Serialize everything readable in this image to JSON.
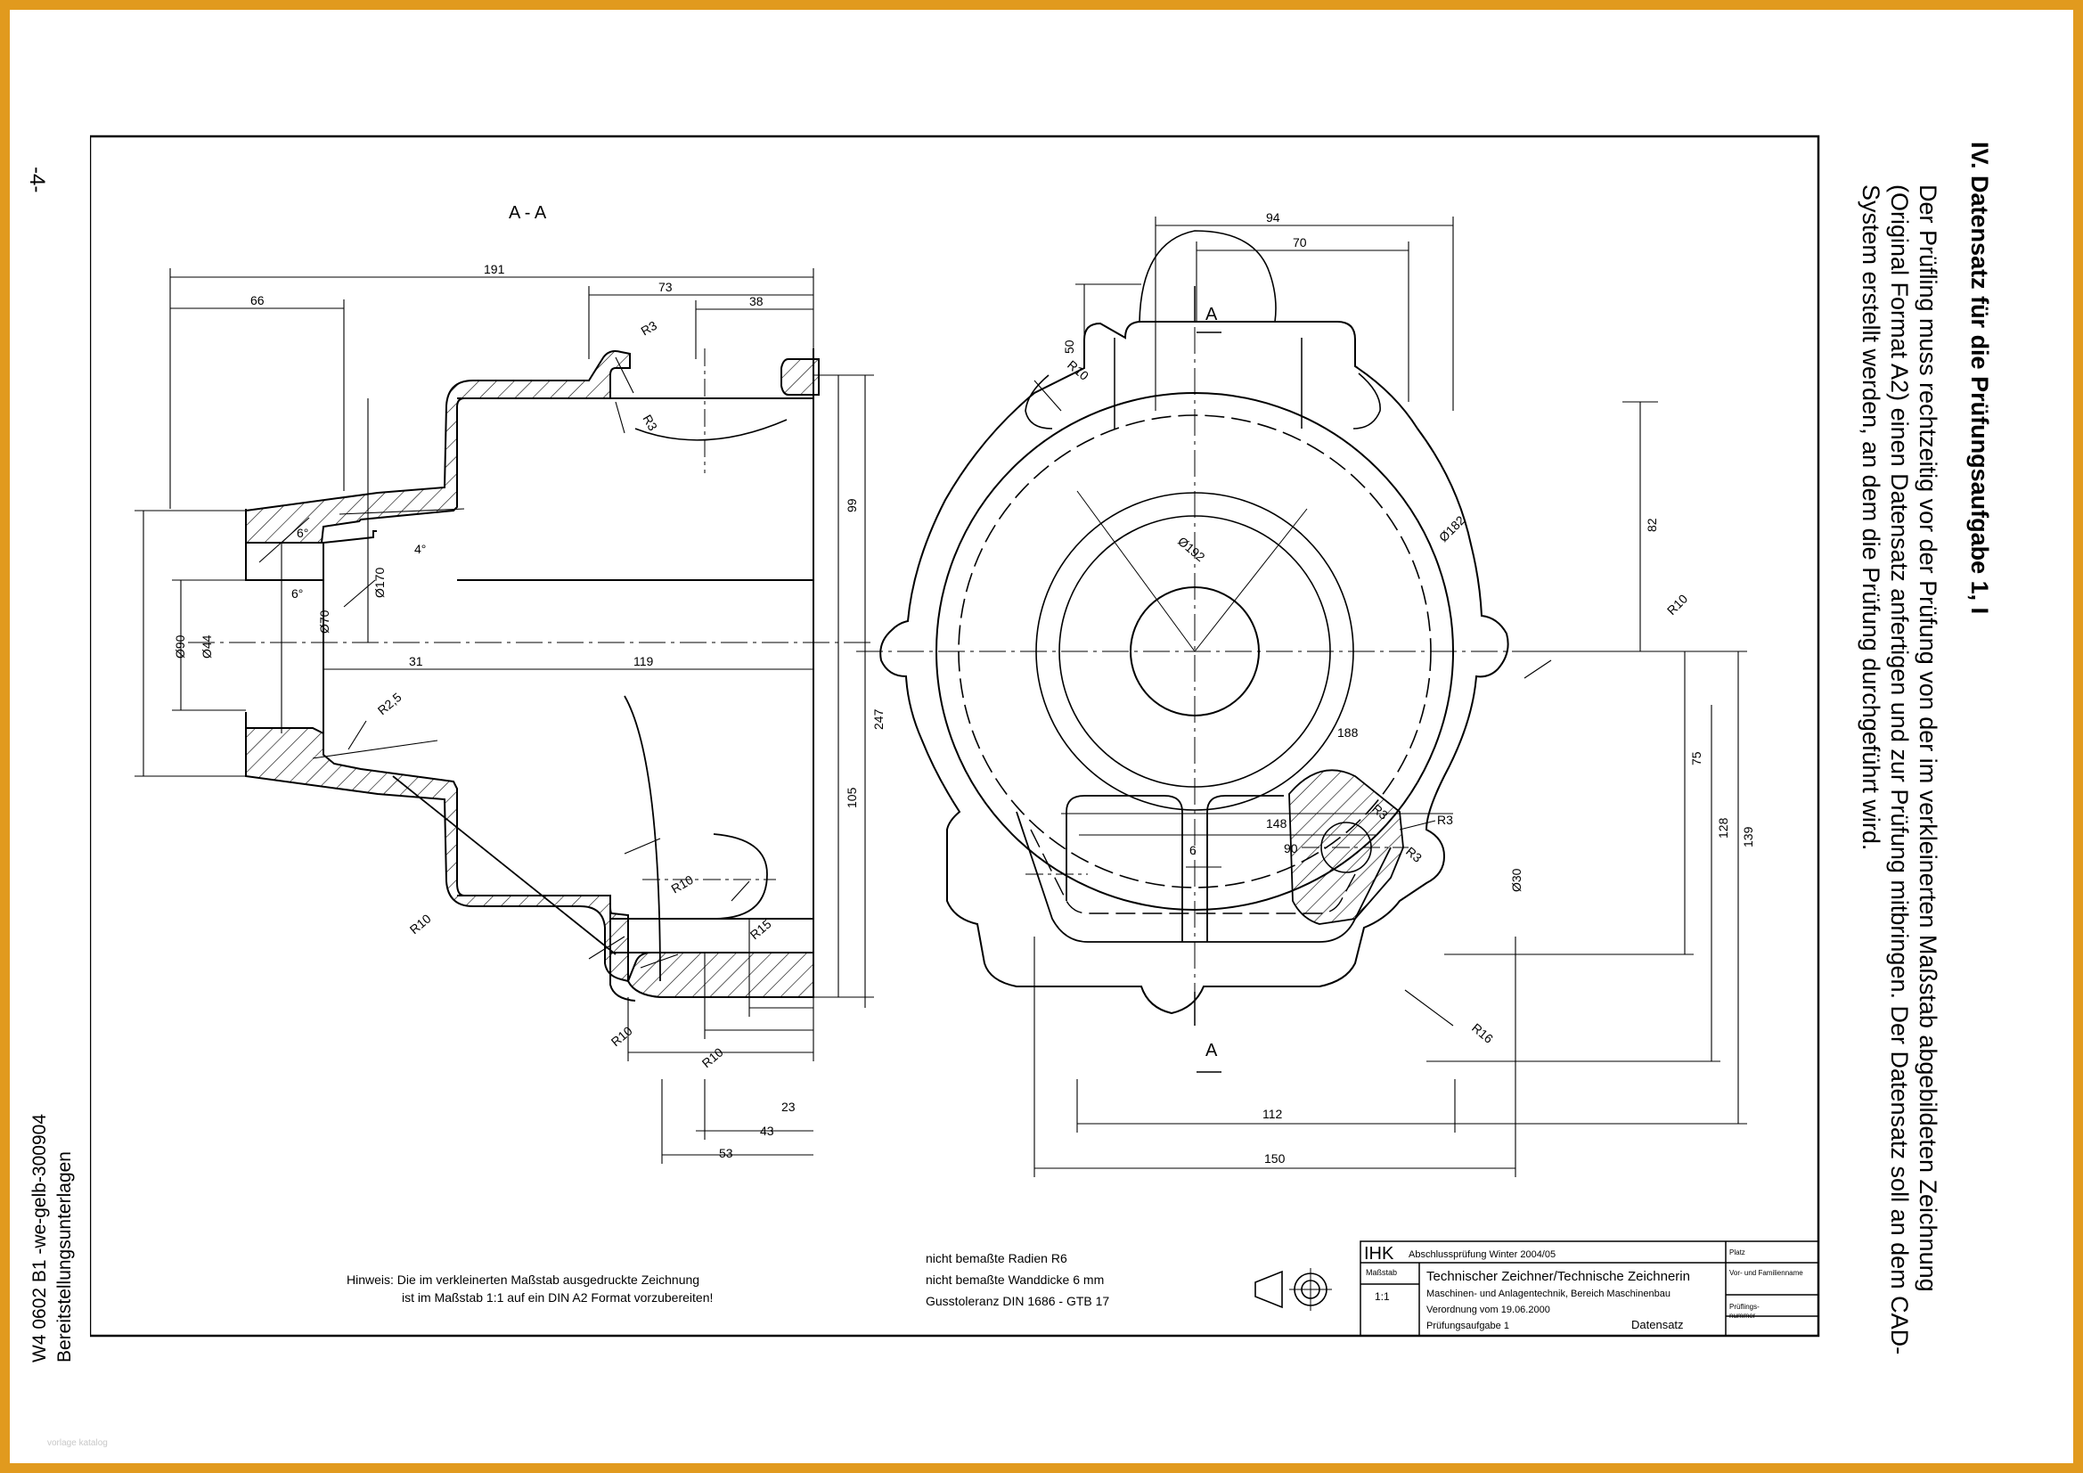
{
  "section": {
    "heading": "IV. Datensatz für die Prüfungsaufgabe 1, I",
    "lines": [
      "Der Prüfling muss rechtzeitig vor der Prüfung von der im verkleinerten Maßstab abgebildeten Zeichnung",
      "(Original Format A2) einen Datensatz anfertigen und zur Prüfung mitbringen. Der Datensatz soll an dem CAD-",
      "System erstellt werden, an dem die Prüfung durchgeführt wird."
    ]
  },
  "page_number": "-4-",
  "side_label": [
    "Bereitstellungsunterlagen",
    "W4 0602 B1 -we-gelb-300904"
  ],
  "watermark": "vorlage katalog",
  "drawing": {
    "section_label": "A - A",
    "section_marker": "A",
    "left_dims": {
      "d191": "191",
      "d66": "66",
      "d73": "73",
      "d38": "38",
      "r3a": "R3",
      "r3b": "R3",
      "d99": "99",
      "d247": "247",
      "d105": "105",
      "d170": "Ø170",
      "d70": "Ø70",
      "d90": "Ø90",
      "d44": "Ø44",
      "a6a": "6°",
      "a6b": "6°",
      "a4": "4°",
      "d31": "31",
      "d119": "119",
      "r25": "R2,5",
      "r10a": "R10",
      "r10b": "R10",
      "r10c": "R10",
      "r10d": "R10",
      "r15": "R15",
      "d43": "43",
      "d23": "23",
      "d53": "53"
    },
    "right_dims": {
      "d94": "94",
      "d70": "70",
      "d50": "50",
      "r10a": "R10",
      "d192": "Ø192",
      "d182": "Ø182",
      "d82": "82",
      "r10b": "R10",
      "d188": "188",
      "d75": "75",
      "d148": "148",
      "d90": "90",
      "d6": "6",
      "d128": "128",
      "d139": "139",
      "r3a": "R3",
      "r3b": "R3",
      "r3c": "R3",
      "d30": "Ø30",
      "r16": "R16",
      "d112": "112",
      "d150": "150"
    },
    "notes": {
      "hint1": "Hinweis: Die im verkleinerten Maßstab ausgedruckte Zeichnung",
      "hint2": "ist im Maßstab 1:1 auf ein DIN A2 Format vorzubereiten!",
      "spec1": "nicht bemaßte Radien R6",
      "spec2": "nicht bemaßte Wanddicke 6 mm",
      "spec3": "Gusstoleranz DIN 1686 - GTB 17"
    },
    "title_block": {
      "ihk": "IHK",
      "exam": "Abschlussprüfung Winter 2004/05",
      "scale_label": "Maßstab",
      "scale": "1:1",
      "profession": "Technischer Zeichner/Technische Zeichnerin",
      "field": "Maschinen- und Anlagentechnik, Bereich Maschinenbau",
      "decree": "Verordnung vom 19.06.2000",
      "task": "Prüfungsaufgabe 1",
      "dataset": "Datensatz",
      "right1": "Platz",
      "right2": "Vor- und Familienname",
      "right3": "Prüflings-",
      "right4": "nummer"
    }
  }
}
